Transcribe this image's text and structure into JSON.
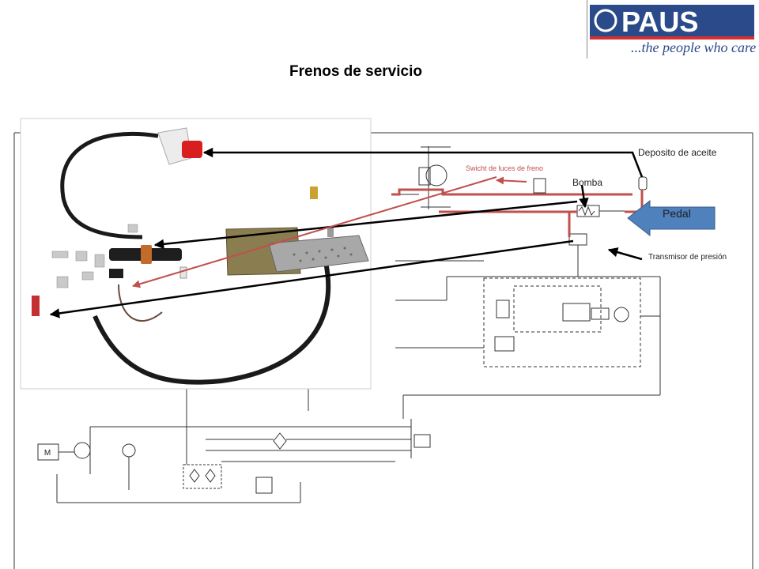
{
  "slide": {
    "title": "Frenos de servicio"
  },
  "logo": {
    "brand": "PAUS",
    "tagline": "...the people who care",
    "brand_color": "#2a4a8a",
    "accent_color": "#d43030"
  },
  "callouts": {
    "oil_reservoir": "Deposito de aceite",
    "pump": "Bomba",
    "brake_light_switch": "Swicht de luces de freno",
    "pedal": "Pedal",
    "pressure_transmitter": "Transmisor de presión"
  },
  "schematic": {
    "motor_symbol": "M"
  },
  "colors": {
    "brake_line": "#c0504d",
    "pointer_arrow": "#000000",
    "pedal_arrow": "#4f81bd",
    "schematic_line": "#333333"
  }
}
